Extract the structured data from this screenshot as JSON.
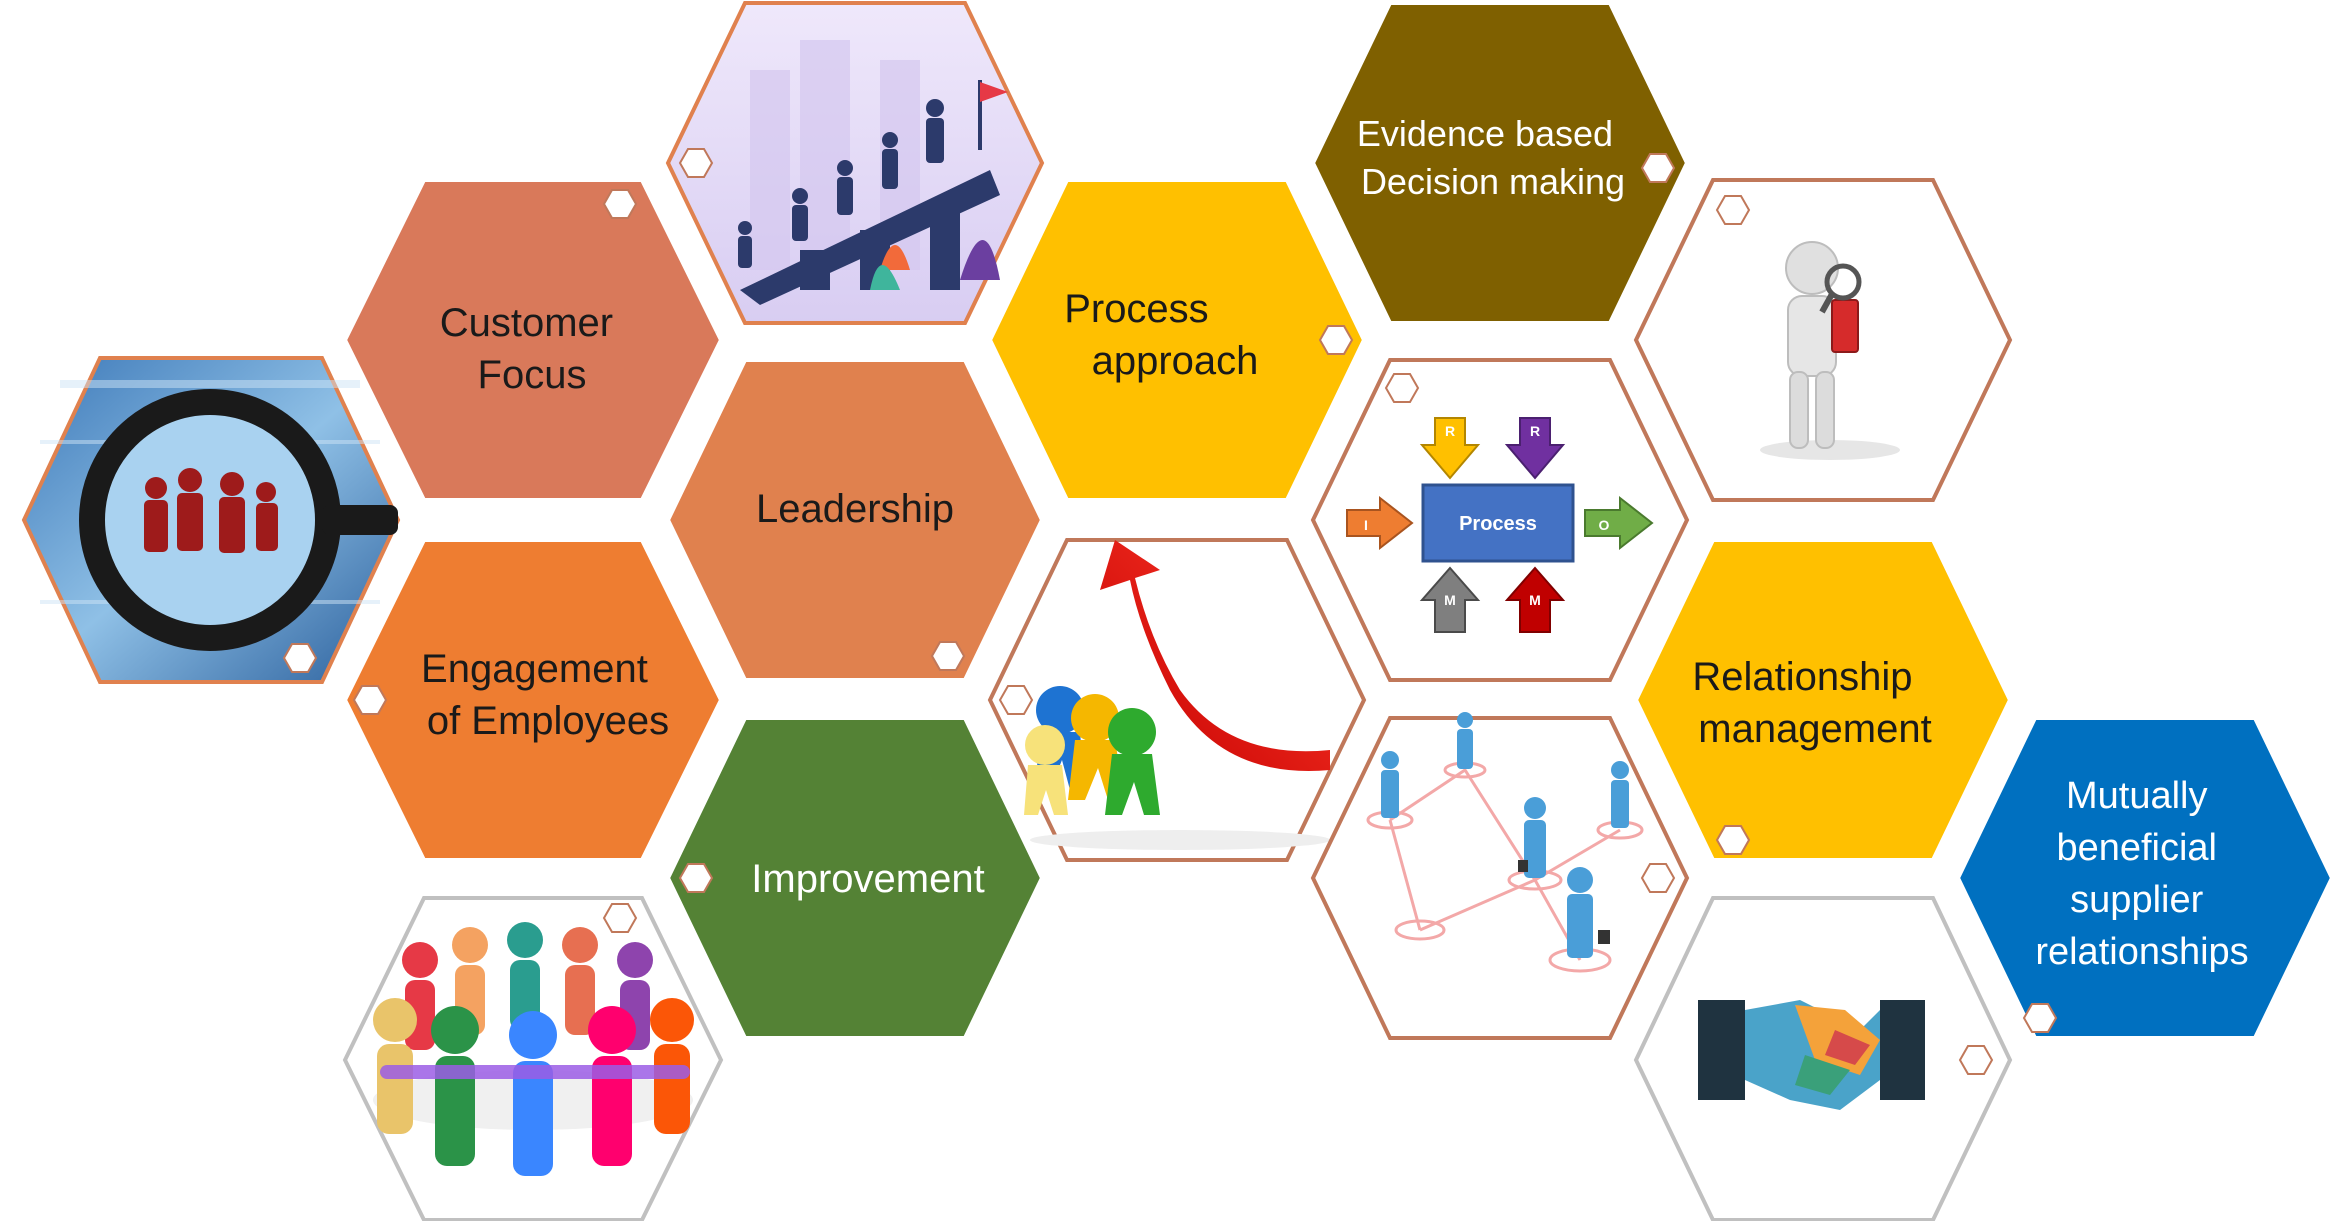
{
  "colors": {
    "orange_light": "#D9795A",
    "orange_mid": "#E0814E",
    "orange_bright": "#EE7D31",
    "gold": "#FFC000",
    "olive": "#7F6000",
    "green": "#548235",
    "blue": "#0070C0",
    "hex_outline": "#C0785A",
    "white": "#FFFFFF"
  },
  "principles": {
    "customer_focus": [
      "Customer",
      "Focus"
    ],
    "leadership": [
      "Leadership"
    ],
    "engagement": [
      "Engagement",
      "of Employees"
    ],
    "improvement": [
      "Improvement"
    ],
    "process_approach": [
      "Process",
      "approach"
    ],
    "evidence": [
      "Evidence based",
      "Decision making"
    ],
    "relationship": [
      "Relationship",
      "management"
    ],
    "supplier": [
      "Mutually",
      "beneficial",
      "supplier",
      "relationships"
    ]
  },
  "process_diagram": {
    "center": "Process",
    "top_left": "R",
    "top_right": "R",
    "left": "I",
    "right": "O",
    "bottom_left": "M",
    "bottom_right": "M"
  },
  "images": {
    "magnifier": "magnifier-people-picture",
    "climbing": "climbing-team-picture",
    "growth_arrow": "growth-arrow-picture",
    "analyst": "analyst-figure-picture",
    "network": "business-network-picture",
    "team_circle": "team-circle-picture",
    "handshake": "handshake-picture"
  }
}
